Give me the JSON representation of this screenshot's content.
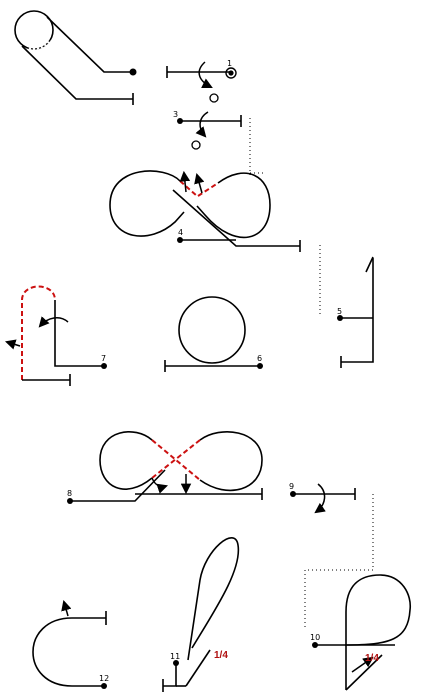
{
  "steps": {
    "s1": "1",
    "s3": "3",
    "s4": "4",
    "s5": "5",
    "s6": "6",
    "s7": "7",
    "s8": "8",
    "s9": "9",
    "s10": "10",
    "s11": "11",
    "s12": "12"
  },
  "fractions": {
    "a": "1/4",
    "b": "1/4"
  },
  "colors": {
    "line": "#000000",
    "dashed_red": "#cc1111",
    "fraction_red": "#b01010",
    "background": "#ffffff"
  },
  "icons": {
    "arrow": "arrow-icon",
    "curved_arrow": "curved-arrow-icon",
    "start_dot": "start-dot-icon"
  }
}
